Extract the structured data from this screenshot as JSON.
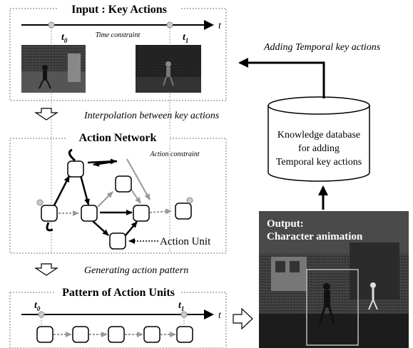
{
  "input_panel": {
    "title": "Input : Key Actions",
    "t0": "t",
    "t0_sub": "0",
    "t1": "t",
    "t1_sub": "1",
    "axis_label": "t",
    "constraint_label": "Time constraint"
  },
  "step1_label": "Interpolation between key actions",
  "network_panel": {
    "title": "Action Network",
    "constraint_label": "Action constraint",
    "unit_label": "Action Unit"
  },
  "step2_label": "Generating action pattern",
  "pattern_panel": {
    "title": "Pattern of Action Units",
    "t0": "t",
    "t0_sub": "0",
    "t1": "t",
    "t1_sub": "1",
    "axis_label": "t"
  },
  "adding_label": "Adding Temporal key actions",
  "database": {
    "line1": "Knowledge database",
    "line2": "for adding",
    "line3": "Temporal key actions"
  },
  "output": {
    "line1": "Output:",
    "line2": "Character animation"
  },
  "colors": {
    "ink": "#000000",
    "dotted_frame": "#777777",
    "faint_arrow": "#aaaaaa",
    "photo_dark": "#2a2a2a"
  }
}
